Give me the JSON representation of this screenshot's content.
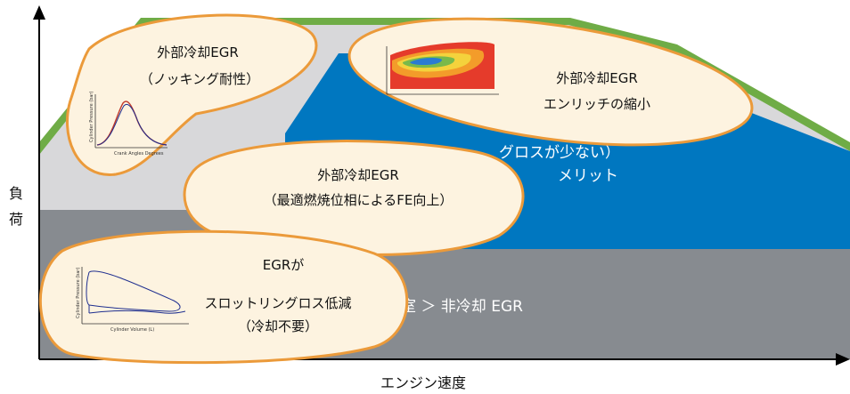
{
  "axes": {
    "y_label_line1": "負",
    "y_label_line2": "荷",
    "x_label": "エンジン速度"
  },
  "background_text": {
    "blue_line1": "グロスが少ない）",
    "blue_line2": "メリット",
    "gray_text": "室 ＞ 非冷却 EGR"
  },
  "bubbles": [
    {
      "line1": "外部冷却EGR",
      "line2": "（ノッキング耐性）"
    },
    {
      "line1": "外部冷却EGR",
      "line2": "エンリッチの縮小"
    },
    {
      "line1": "外部冷却EGR",
      "line2": "（最適燃焼位相によるFE向上）"
    },
    {
      "line1": "EGRが",
      "line2": "スロットリングロス低減",
      "line3": "（冷却不要）"
    }
  ],
  "mini_charts": {
    "pressure_angle": {
      "ylabel": "Cylinder Pressure (bar)",
      "xlabel": "Crank Angles Degrees"
    },
    "pressure_volume": {
      "ylabel": "Cylinder Pressure (bar)",
      "xlabel": "Cylinder Volume (L)"
    }
  },
  "colors": {
    "green_edge": "#6fac46",
    "light_gray": "#d8d8da",
    "blue": "#0077c0",
    "dark_gray": "#878b90",
    "bubble_fill": "#fdf3e0",
    "bubble_stroke": "#eb9a3a"
  }
}
